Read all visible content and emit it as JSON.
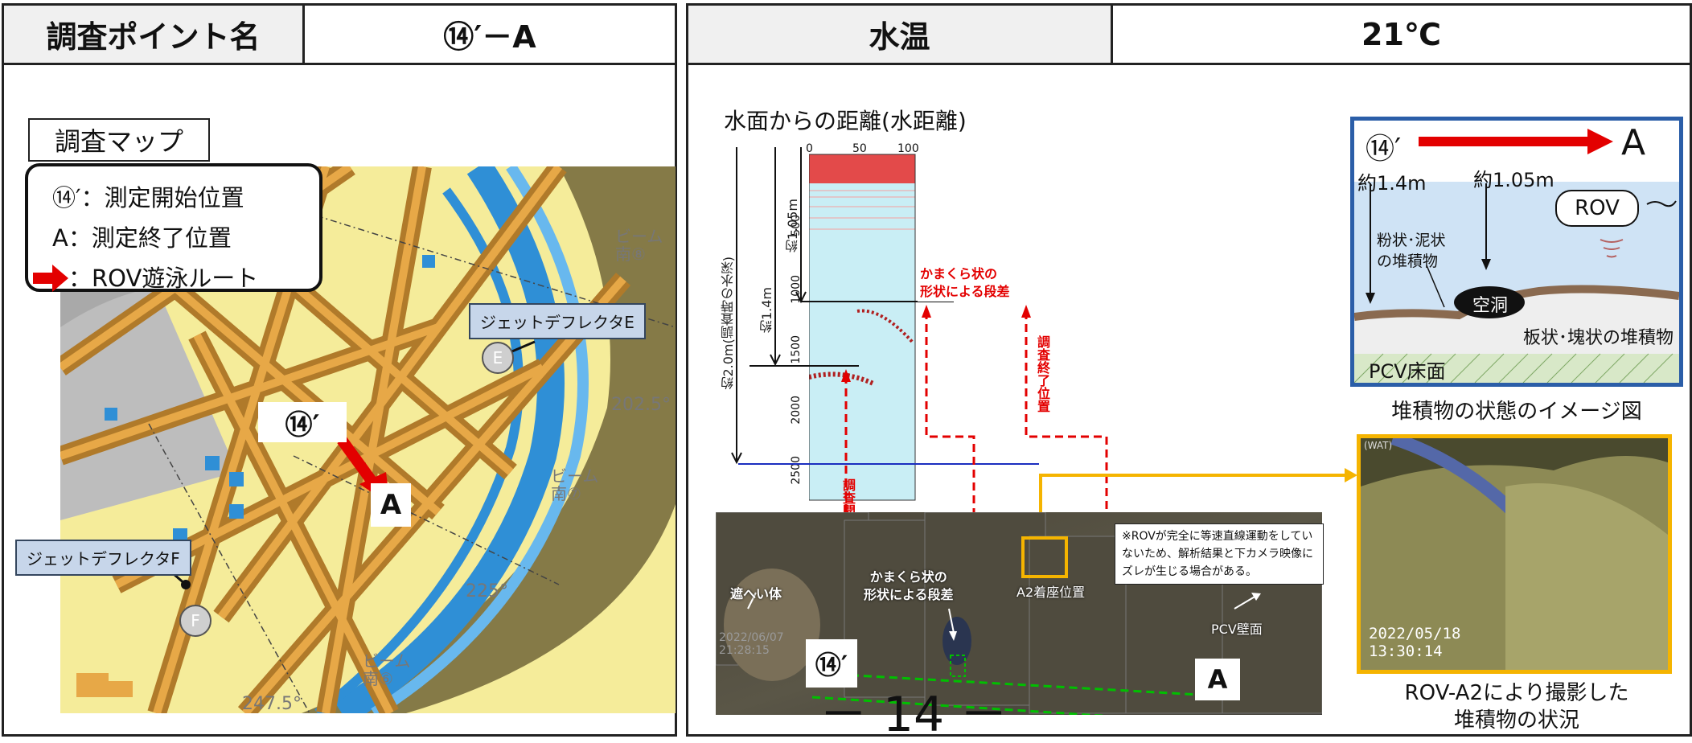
{
  "left_panel": {
    "header_label": "調査ポイント名",
    "header_value": "⑭′－A",
    "map_title": "調査マップ",
    "legend": {
      "start": "⑭′：測定開始位置",
      "end_marker": "A",
      "end_text": "：測定終了位置",
      "route": "：ROV遊泳ルート"
    },
    "map_labels": {
      "beam8": "ビーム\n南⑧",
      "jet_e": "ジェットデフレクタE",
      "angle_202": "202.5°",
      "marker_14": "⑭′",
      "marker_a": "A",
      "beam7": "ビーム\n南⑦",
      "jet_f": "ジェットデフレクタF",
      "angle_225": "225°",
      "beam6": "ビーム\n南⑥",
      "angle_247": "247.5°",
      "pin_e": "E",
      "pin_f": "F"
    }
  },
  "right_panel": {
    "header_label": "水温",
    "header_value": "21℃",
    "sonar": {
      "title": "水面からの距離(水距離)",
      "x_ticks": [
        "0",
        "50",
        "100"
      ],
      "y_ticks": [
        "500",
        "1000",
        "1500",
        "2000",
        "2500"
      ],
      "depth_full": "約2.0m(調査時の水深)",
      "depth_14": "約1.4m",
      "depth_105": "約1.05m",
      "step_label": "かまくら状の\n形状による段差",
      "start_pos": "調査開始位置",
      "end_pos": "調査終了位置"
    },
    "photo": {
      "shield": "遮へい体",
      "step": "かまくら状の\n形状による段差",
      "a2": "A2着座位置",
      "pcv_wall": "PCV壁面",
      "date": "2022/06/07\n21:28:15",
      "marker_14": "⑭′",
      "marker_a": "A",
      "note": "※ROVが完全に等速直線運動をしていないため、解析結果と下カメラ映像にズレが生じる場合がある。"
    },
    "page_number": "－ 14 －",
    "image_diagram": {
      "start": "⑭′",
      "end": "A",
      "depth_14": "約1.4m",
      "depth_105": "約1.05m",
      "rov": "ROV",
      "powder": "粉状･泥状\nの堆積物",
      "cavity": "空洞",
      "plate": "板状･塊状の堆積物",
      "pcv_floor": "PCV床面",
      "caption": "堆積物の状態のイメージ図"
    },
    "rov_photo": {
      "corner": "(WAT)",
      "timestamp": "2022/05/18\n13:30:14",
      "caption": "ROV-A2により撮影した\n堆積物の状況"
    }
  },
  "colors": {
    "accent_red": "#e30000",
    "route_green": "#00c000",
    "callout_blue": "#c7d6ea",
    "frame_yellow": "#f5b400",
    "diagram_blue": "#2b5ea8"
  }
}
